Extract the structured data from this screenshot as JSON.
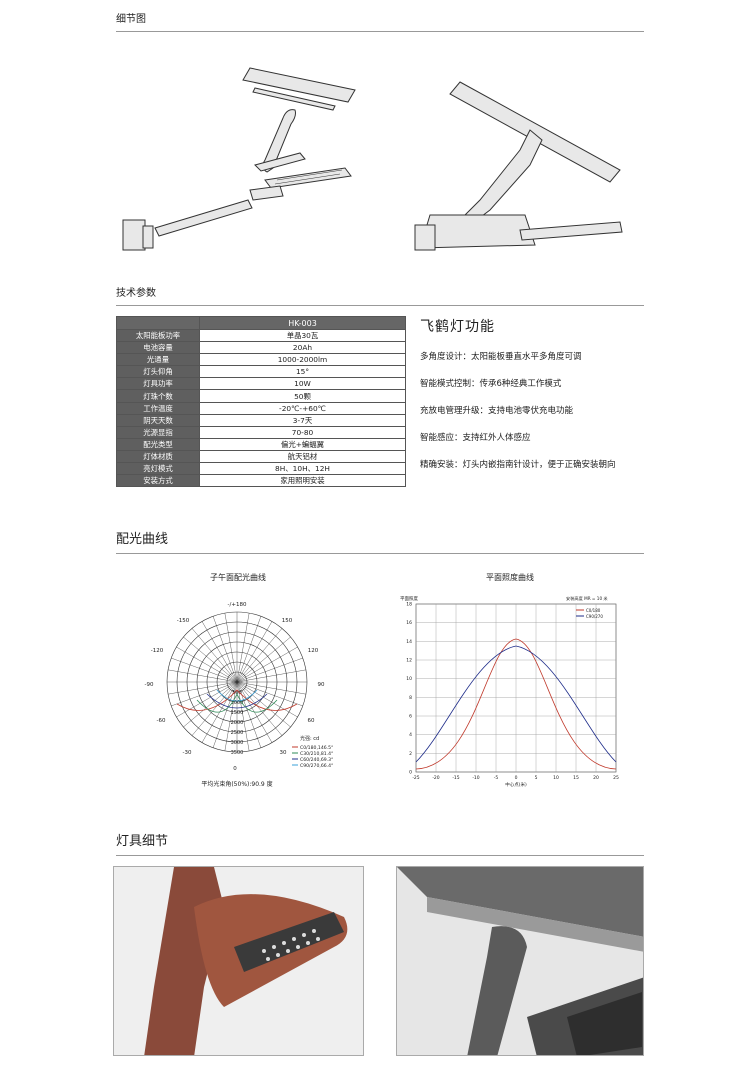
{
  "sections": {
    "detail": "细节图",
    "params": "技术参数",
    "curve": "配光曲线",
    "lamp_detail": "灯具细节"
  },
  "spec_table": {
    "header": "HK-003",
    "rows": [
      {
        "k": "太阳能板功率",
        "v": "单晶30瓦"
      },
      {
        "k": "电池容量",
        "v": "20Ah"
      },
      {
        "k": "光通量",
        "v": "1000-2000lm"
      },
      {
        "k": "灯头仰角",
        "v": "15°"
      },
      {
        "k": "灯具功率",
        "v": "10W"
      },
      {
        "k": "灯珠个数",
        "v": "50颗"
      },
      {
        "k": "工作温度",
        "v": "-20℃-+60℃"
      },
      {
        "k": "阴天天数",
        "v": "3-7天"
      },
      {
        "k": "光源显指",
        "v": "70-80"
      },
      {
        "k": "配光类型",
        "v": "偏光+蝙蝠翼"
      },
      {
        "k": "灯体材质",
        "v": "航天铝材"
      },
      {
        "k": "亮灯模式",
        "v": "8H、10H、12H"
      },
      {
        "k": "安装方式",
        "v": "家用照明安装"
      }
    ]
  },
  "functions": {
    "title": "飞鹤灯功能",
    "items": [
      "多角度设计：太阳能板垂直水平多角度可调",
      "智能模式控制：传承6种经典工作模式",
      "充放电管理升级：支持电池零伏充电功能",
      "智能感应：支持红外人体感应",
      "精确安装：灯头内嵌指南针设计，便于正确安装朝向"
    ]
  },
  "polar": {
    "title": "子午面配光曲线",
    "angles": [
      "-/+180",
      "-150",
      "150",
      "-120",
      "120",
      "-90",
      "90",
      "-60",
      "60",
      "-30",
      "30",
      "0"
    ],
    "radial": [
      "500",
      "1000",
      "1500",
      "2000",
      "2500",
      "3000",
      "3500"
    ],
    "unit": "光强: cd",
    "legend": [
      {
        "name": "C0/180,146.5°",
        "color": "#c0392b"
      },
      {
        "name": "C30/210,81.4°",
        "color": "#2e8b57"
      },
      {
        "name": "C60/240,69.3°",
        "color": "#1f2d8a"
      },
      {
        "name": "C90/270,66.4°",
        "color": "#3aa0d8"
      }
    ],
    "note": "平均光束角(50%):90.9 度"
  },
  "illum": {
    "title": "平面照度曲线",
    "ylabel": "平面照度",
    "ynote": "安装高度 MR = 10 米",
    "xlabel": "中心点(米)",
    "xticks": [
      "-25",
      "-20",
      "-15",
      "-10",
      "-5",
      "0",
      "5",
      "10",
      "15",
      "20",
      "25"
    ],
    "yticks": [
      "0",
      "2",
      "4",
      "6",
      "8",
      "10",
      "12",
      "14",
      "16",
      "18"
    ],
    "legend": [
      {
        "name": "C0/180",
        "color": "#c0392b"
      },
      {
        "name": "C90/270",
        "color": "#1f2d8a"
      }
    ]
  },
  "colors": {
    "red": "#c0392b",
    "blue": "#1f2d8a",
    "grid": "#888"
  }
}
